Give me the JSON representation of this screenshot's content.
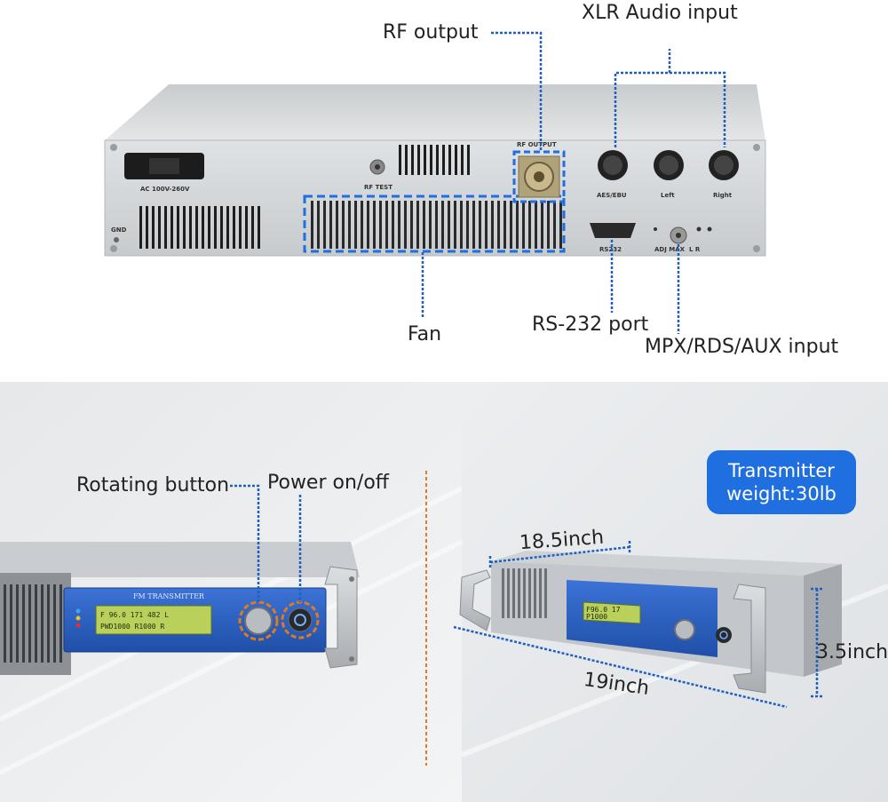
{
  "callouts": {
    "rf_output": "RF output",
    "xlr_audio_input": "XLR Audio input",
    "fan": "Fan",
    "rs232_port": "RS-232 port",
    "mpx_input": "MPX/RDS/AUX input",
    "rotating_button": "Rotating button",
    "power_onoff": "Power on/off"
  },
  "panel_labels": {
    "ac": "AC  100V-260V",
    "rf_test": "RF TEST",
    "rf_output": "RF OUTPUT",
    "aes_ebu": "AES/EBU",
    "left": "Left",
    "right": "Right",
    "rs232": "RS232",
    "adj": "ADJ MAX",
    "lr": "L R",
    "gnd": "GND"
  },
  "front_panel": {
    "brand": "FM TRANSMITTER",
    "lcd_line1": "F 96.0  171  482 L",
    "lcd_line2": "PWD1000  R1000  R",
    "lcd_small1": "F96.0 17",
    "lcd_small2": "P1000"
  },
  "weight_badge": {
    "line1": "Transmitter",
    "line2": "weight:30lb"
  },
  "dimensions": {
    "depth": "18.5inch",
    "width": "19inch",
    "height": "3.5inch"
  },
  "colors": {
    "callout_line": "#1f5fbf",
    "orange_accent": "#e07a1e",
    "badge": "#1f6fe0",
    "front_panel_blue": "#2a5fc6",
    "lcd": "#b9d15a"
  }
}
